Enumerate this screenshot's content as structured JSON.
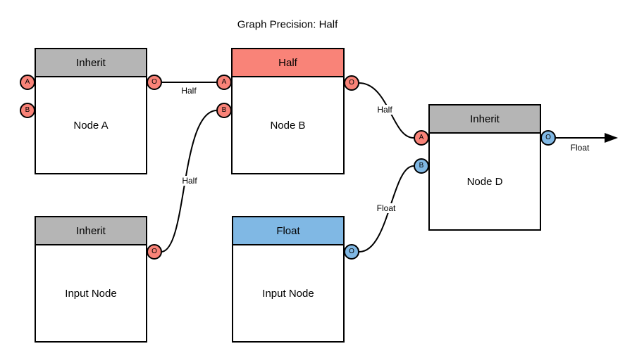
{
  "title": "Graph Precision: Half",
  "colors": {
    "salmon": "#F98378",
    "blue": "#80B8E4",
    "gray": "#B5B5B5",
    "edge": "#000000",
    "node_background": "#FFFFFF"
  },
  "nodes": [
    {
      "id": "node-a",
      "header": "Inherit",
      "header_color": "gray",
      "label": "Node A",
      "ports": [
        {
          "name": "A",
          "type": "input",
          "color": "salmon"
        },
        {
          "name": "B",
          "type": "input",
          "color": "salmon"
        },
        {
          "name": "O",
          "type": "output",
          "color": "salmon"
        }
      ]
    },
    {
      "id": "node-b",
      "header": "Half",
      "header_color": "salmon",
      "label": "Node B",
      "ports": [
        {
          "name": "A",
          "type": "input",
          "color": "salmon"
        },
        {
          "name": "B",
          "type": "input",
          "color": "salmon"
        },
        {
          "name": "O",
          "type": "output",
          "color": "salmon"
        }
      ]
    },
    {
      "id": "node-d",
      "header": "Inherit",
      "header_color": "gray",
      "label": "Node D",
      "ports": [
        {
          "name": "A",
          "type": "input",
          "color": "salmon"
        },
        {
          "name": "B",
          "type": "input",
          "color": "blue"
        },
        {
          "name": "O",
          "type": "output",
          "color": "blue"
        }
      ]
    },
    {
      "id": "input-node-left",
      "header": "Inherit",
      "header_color": "gray",
      "label": "Input Node",
      "ports": [
        {
          "name": "O",
          "type": "output",
          "color": "salmon"
        }
      ]
    },
    {
      "id": "input-node-middle",
      "header": "Float",
      "header_color": "blue",
      "label": "Input Node",
      "ports": [
        {
          "name": "O",
          "type": "output",
          "color": "blue"
        }
      ]
    }
  ],
  "edges": [
    {
      "from": "node-a.O",
      "to": "node-b.A",
      "label": "Half"
    },
    {
      "from": "input-node-left.O",
      "to": "node-b.B",
      "label": "Half"
    },
    {
      "from": "node-b.O",
      "to": "node-d.A",
      "label": "Half"
    },
    {
      "from": "input-node-middle.O",
      "to": "node-d.B",
      "label": "Float"
    },
    {
      "from": "node-d.O",
      "to": "graph-output",
      "label": "Float"
    }
  ]
}
